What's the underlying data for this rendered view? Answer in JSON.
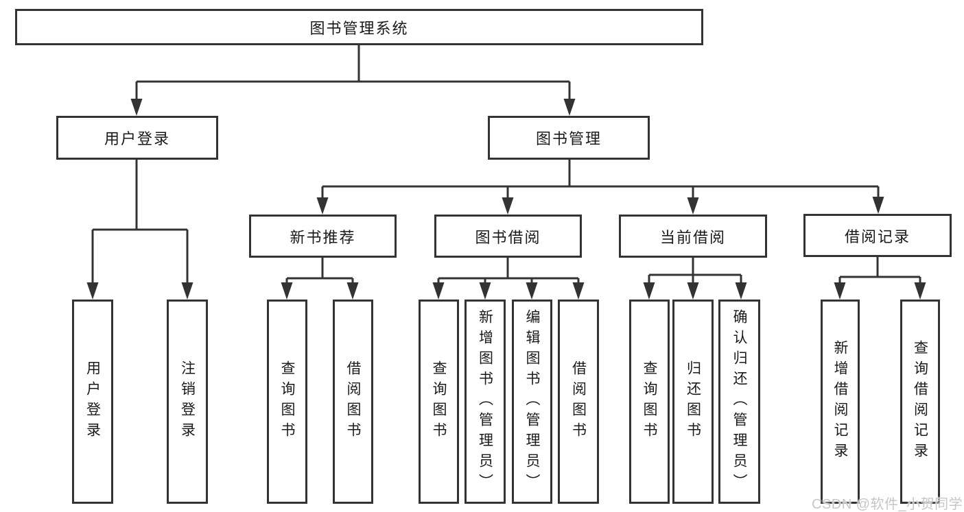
{
  "nodes": {
    "root": "图书管理系统",
    "user_login": "用户登录",
    "book_mgmt": "图书管理",
    "new_book_rec": "新书推荐",
    "book_borrow": "图书借阅",
    "current_borrow": "当前借阅",
    "borrow_records": "借阅记录",
    "leaf_user_login": "用户登录",
    "leaf_logout": "注销登录",
    "leaf_query_book_a": "查询图书",
    "leaf_borrow_book_a": "借阅图书",
    "leaf_query_book_b": "查询图书",
    "leaf_add_book": "新增图书（管理员）",
    "leaf_edit_book": "编辑图书（管理员）",
    "leaf_borrow_book_b": "借阅图书",
    "leaf_query_book_c": "查询图书",
    "leaf_return_book": "归还图书",
    "leaf_confirm_return": "确认归还（管理员）",
    "leaf_add_record": "新增借阅记录",
    "leaf_query_record": "查询借阅记录"
  },
  "hierarchy": {
    "图书管理系统": {
      "用户登录": [
        "用户登录",
        "注销登录"
      ],
      "图书管理": {
        "新书推荐": [
          "查询图书",
          "借阅图书"
        ],
        "图书借阅": [
          "查询图书",
          "新增图书（管理员）",
          "编辑图书（管理员）",
          "借阅图书"
        ],
        "当前借阅": [
          "查询图书",
          "归还图书",
          "确认归还（管理员）"
        ],
        "借阅记录": [
          "新增借阅记录",
          "查询借阅记录"
        ]
      }
    }
  },
  "watermark": "CSDN @软件_小贺同学",
  "colors": {
    "line": "#333333",
    "text": "#1a1a1a",
    "background": "#ffffff",
    "watermark": "#c6c6c6"
  }
}
